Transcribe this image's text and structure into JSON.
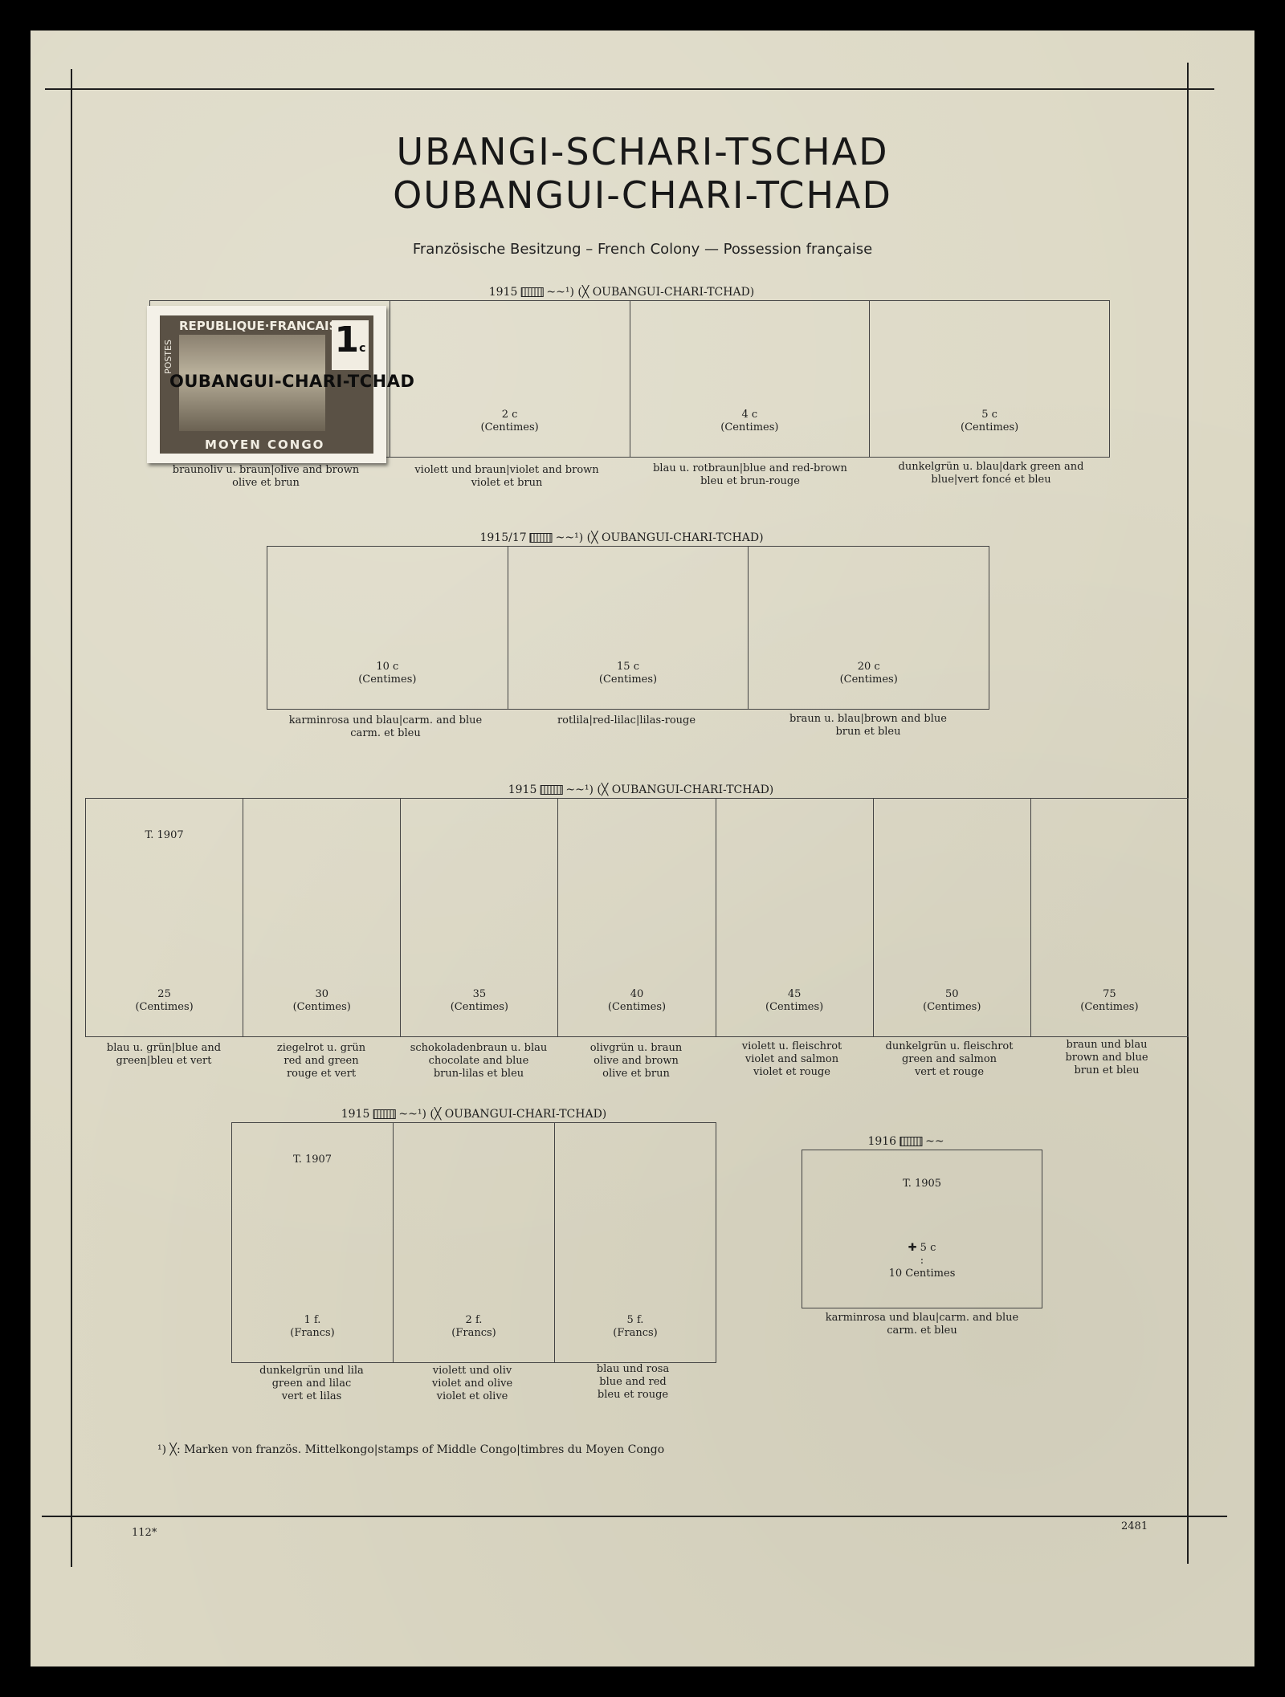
{
  "title_de": "UBANGI-SCHARI-TSCHAD",
  "title_fr": "OUBANGUI-CHARI-TCHAD",
  "subtitle": "Französische Besitzung – French Colony — Possession française",
  "sections": [
    {
      "header_year": "1915",
      "header_note": "~~¹) (╳ OUBANGUI-CHARI-TCHAD)",
      "cells": [
        {
          "value": "",
          "unit": "",
          "type": "",
          "caption": [
            "braunoliv u. braun|olive and brown",
            "olive et brun"
          ]
        },
        {
          "value": "2 c",
          "unit": "(Centimes)",
          "type": "",
          "caption": [
            "violett und braun|violet and brown",
            "violet et brun"
          ]
        },
        {
          "value": "4 c",
          "unit": "(Centimes)",
          "type": "",
          "caption": [
            "blau u. rotbraun|blue and red-brown",
            "bleu et brun-rouge"
          ]
        },
        {
          "value": "5 c",
          "unit": "(Centimes)",
          "type": "",
          "caption": [
            "dunkelgrün u. blau|dark green and",
            "blue|vert foncé et bleu"
          ]
        }
      ]
    },
    {
      "header_year": "1915/17",
      "header_note": "~~¹) (╳ OUBANGUI-CHARI-TCHAD)",
      "cells": [
        {
          "value": "10 c",
          "unit": "(Centimes)",
          "type": "",
          "caption": [
            "karminrosa und blau|carm. and blue",
            "carm. et bleu"
          ]
        },
        {
          "value": "15 c",
          "unit": "(Centimes)",
          "type": "",
          "caption": [
            "rotlila|red-lilac|lilas-rouge"
          ]
        },
        {
          "value": "20 c",
          "unit": "(Centimes)",
          "type": "",
          "caption": [
            "braun u. blau|brown and blue",
            "brun et bleu"
          ]
        }
      ]
    },
    {
      "header_year": "1915",
      "header_note": "~~¹) (╳ OUBANGUI-CHARI-TCHAD)",
      "cells": [
        {
          "value": "25",
          "unit": "(Centimes)",
          "type": "T. 1907",
          "caption": [
            "blau u. grün|blue and",
            "green|bleu et vert"
          ]
        },
        {
          "value": "30",
          "unit": "(Centimes)",
          "type": "",
          "caption": [
            "ziegelrot u. grün",
            "red and green",
            "rouge et vert"
          ]
        },
        {
          "value": "35",
          "unit": "(Centimes)",
          "type": "",
          "caption": [
            "schokoladenbraun u. blau",
            "chocolate and blue",
            "brun-lilas et bleu"
          ]
        },
        {
          "value": "40",
          "unit": "(Centimes)",
          "type": "",
          "caption": [
            "olivgrün u. braun",
            "olive and brown",
            "olive et brun"
          ]
        },
        {
          "value": "45",
          "unit": "(Centimes)",
          "type": "",
          "caption": [
            "violett u. fleischrot",
            "violet and salmon",
            "violet et rouge"
          ]
        },
        {
          "value": "50",
          "unit": "(Centimes)",
          "type": "",
          "caption": [
            "dunkelgrün u. fleischrot",
            "green and salmon",
            "vert et rouge"
          ]
        },
        {
          "value": "75",
          "unit": "(Centimes)",
          "type": "",
          "caption": [
            "braun und blau",
            "brown and blue",
            "brun et bleu"
          ]
        }
      ]
    },
    {
      "header_year": "1915",
      "header_note": "~~¹) (╳ OUBANGUI-CHARI-TCHAD)",
      "cells": [
        {
          "value": "1 f.",
          "unit": "(Francs)",
          "type": "T. 1907",
          "caption": [
            "dunkelgrün und lila",
            "green and lilac",
            "vert et lilas"
          ]
        },
        {
          "value": "2 f.",
          "unit": "(Francs)",
          "type": "",
          "caption": [
            "violett und oliv",
            "violet and olive",
            "violet et olive"
          ]
        },
        {
          "value": "5 f.",
          "unit": "(Francs)",
          "type": "",
          "caption": [
            "blau und rosa",
            "blue and red",
            "bleu et rouge"
          ]
        }
      ]
    },
    {
      "header_year": "1916",
      "header_note": "~~",
      "cells": [
        {
          "value": "✚ 5 c",
          "unit": ":",
          "unit2": "10 Centimes",
          "type": "T. 1905",
          "caption": [
            "karminrosa und blau|carm. and blue",
            "carm. et bleu"
          ]
        }
      ]
    }
  ],
  "stamp": {
    "top_text": "REPUBLIQUE·FRANCAISE",
    "side_text": "POSTES",
    "value": "1",
    "value_unit": "c",
    "overprint": "OUBANGUI-CHARI-TCHAD",
    "bottom_text": "MOYEN CONGO"
  },
  "footnote": "¹) ╳: Marken von französ. Mittelkongo|stamps of Middle Congo|timbres du Moyen Congo",
  "page_number_left": "112*",
  "page_number_right": "2481"
}
